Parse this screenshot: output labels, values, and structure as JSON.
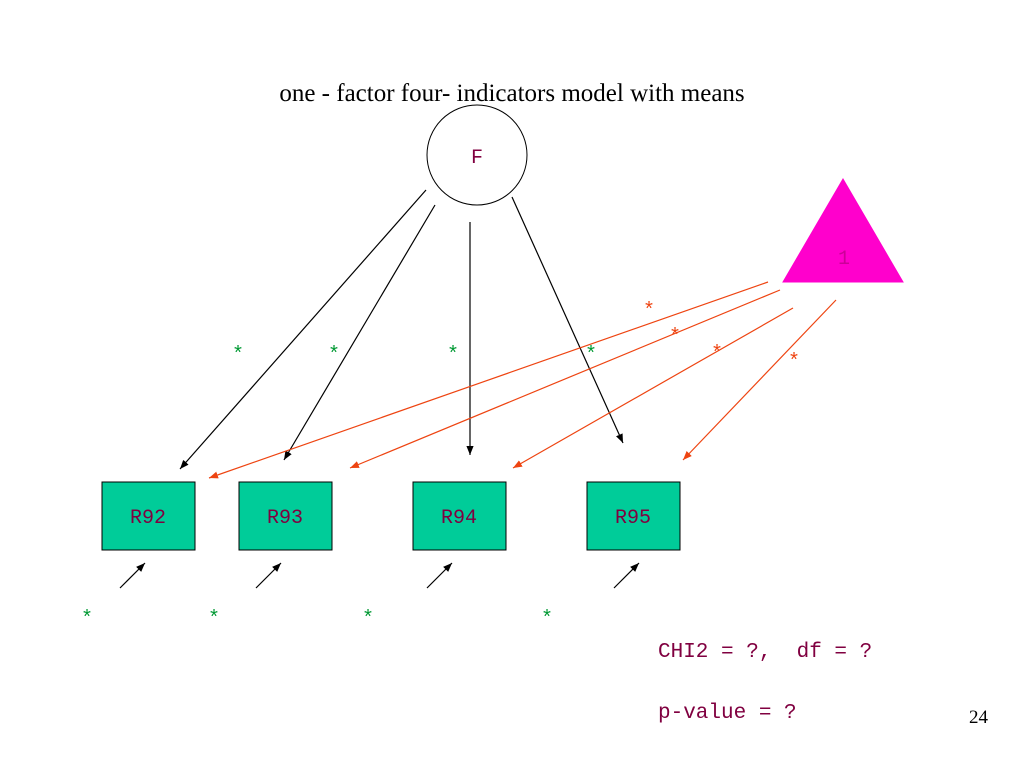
{
  "title": "one - factor four- indicators model with means",
  "factor": {
    "label": "F"
  },
  "constant": {
    "label": "1",
    "color": "#ff00cc"
  },
  "indicators": [
    {
      "label": "R92"
    },
    {
      "label": "R93"
    },
    {
      "label": "R94"
    },
    {
      "label": "R95"
    }
  ],
  "loading_marker": "*",
  "intercept_marker": "*",
  "error_marker": "*",
  "colors": {
    "indicator_fill": "#00cc99",
    "loading_star": "#009933",
    "intercept_arrow": "#ee4411",
    "intercept_star": "#ee4411",
    "error_star": "#009933",
    "stat_text": "#800040"
  },
  "stats": {
    "chi2_line": "CHI2 = ?,  df = ?",
    "pvalue_line": "p-value = ?"
  },
  "page_number": "24"
}
